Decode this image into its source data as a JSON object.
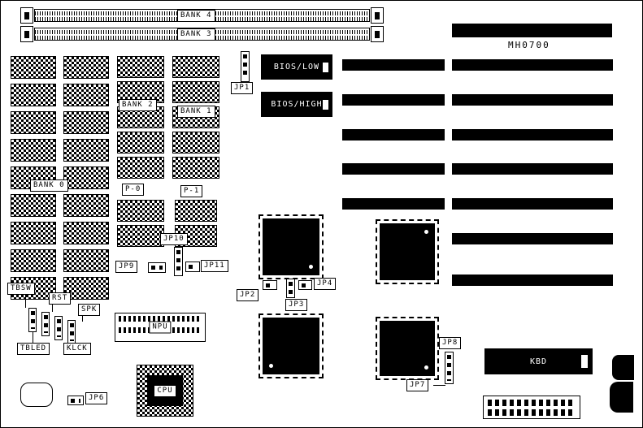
{
  "board": {
    "model": "MH0700"
  },
  "memory": {
    "bank4": "BANK 4",
    "bank3": "BANK 3",
    "bank2": "BANK 2",
    "bank1": "BANK 1",
    "bank0": "BANK 0",
    "p0": "P-0",
    "p1": "P-1"
  },
  "bios": {
    "low": "BIOS/LOW",
    "high": "BIOS/HIGH"
  },
  "jumpers": {
    "jp1": "JP1",
    "jp2": "JP2",
    "jp3": "JP3",
    "jp4": "JP4",
    "jp6": "JP6",
    "jp7": "JP7",
    "jp8": "JP8",
    "jp9": "JP9",
    "jp10": "JP10",
    "jp11": "JP11"
  },
  "front_panel": {
    "tbsw": "TBSW",
    "rst": "RST",
    "spk": "SPK",
    "tbled": "TBLED",
    "klck": "KLCK"
  },
  "sockets": {
    "npu": "NPU",
    "cpu": "CPU"
  },
  "connectors": {
    "kbd": "KBD"
  },
  "colors": {
    "ink": "#000000",
    "paper": "#ffffff"
  }
}
